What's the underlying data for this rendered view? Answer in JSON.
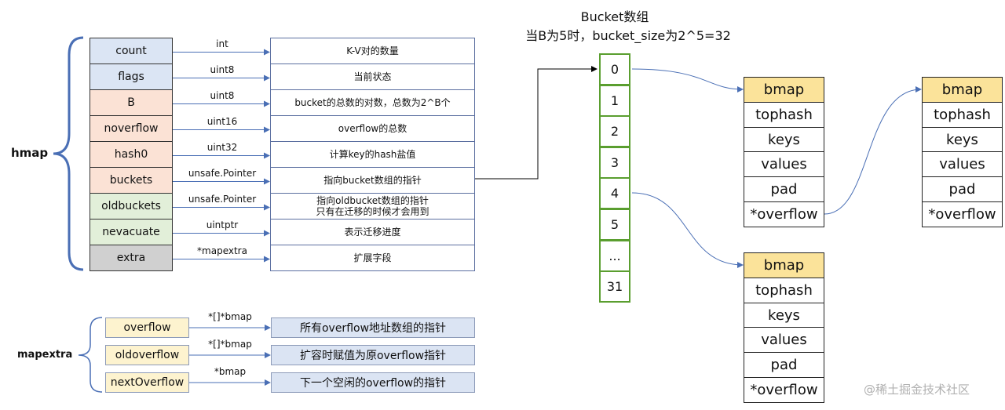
{
  "hmap": {
    "label": "hmap",
    "rows": [
      {
        "name": "count",
        "type": "int",
        "desc": "K-V对的数量",
        "color": "#dbe5f4"
      },
      {
        "name": "flags",
        "type": "uint8",
        "desc": "当前状态",
        "color": "#dbe5f4"
      },
      {
        "name": "B",
        "type": "uint8",
        "desc": "bucket的总数的对数，总数为2^B个",
        "color": "#fbe2d5"
      },
      {
        "name": "noverflow",
        "type": "uint16",
        "desc": "overflow的总数",
        "color": "#fbe2d5"
      },
      {
        "name": "hash0",
        "type": "uint32",
        "desc": "计算key的hash盐值",
        "color": "#fbe2d5"
      },
      {
        "name": "buckets",
        "type": "unsafe.Pointer",
        "desc": "指向bucket数组的指针",
        "color": "#fbe2d5"
      },
      {
        "name": "oldbuckets",
        "type": "unsafe.Pointer",
        "desc": "指向oldbucket数组的指针",
        "desc2": "只有在迁移的时候才会用到",
        "color": "#e2efd9"
      },
      {
        "name": "nevacuate",
        "type": "uintptr",
        "desc": "表示迁移进度",
        "color": "#e2efd9"
      },
      {
        "name": "extra",
        "type": "*mapextra",
        "desc": "扩展字段",
        "color": "#d0d0d0"
      }
    ]
  },
  "bucket_array": {
    "title": "Bucket数组",
    "subtitle": "当B为5时，bucket_size为2^5=32",
    "cells": [
      "0",
      "1",
      "2",
      "3",
      "4",
      "5",
      "...",
      "31"
    ]
  },
  "bmap_fields": [
    "bmap",
    "tophash",
    "keys",
    "values",
    "pad",
    "*overflow"
  ],
  "mapextra": {
    "label": "mapextra",
    "rows": [
      {
        "name": "overflow",
        "type": "*[]*bmap",
        "desc": "所有overflow地址数组的指针"
      },
      {
        "name": "oldoverflow",
        "type": "*[]*bmap",
        "desc": "扩容时赋值为原overflow指针"
      },
      {
        "name": "nextOverflow",
        "type": "*bmap",
        "desc": "下一个空闲的overflow的指针"
      }
    ]
  },
  "watermark": "@稀土掘金技术社区"
}
